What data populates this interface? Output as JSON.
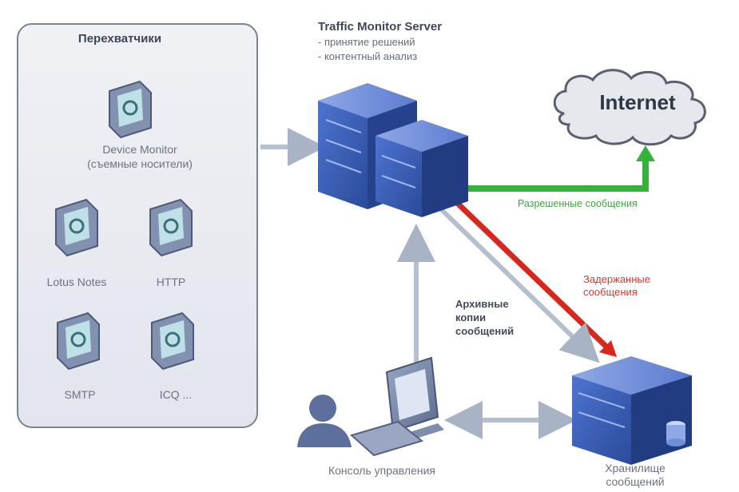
{
  "interceptors_panel": {
    "title": "Перехватчики",
    "device_monitor": "Device Monitor",
    "device_monitor_sub": "(съемные носители)",
    "lotus_notes": "Lotus Notes",
    "http": "HTTP",
    "smtp": "SMTP",
    "icq": "ICQ ..."
  },
  "server": {
    "title": "Traffic Monitor Server",
    "line1": "- принятие решений",
    "line2": "- контентный анализ"
  },
  "internet": {
    "label": "Internet"
  },
  "flows": {
    "allowed": "Разрешенные сообщения",
    "blocked_line1": "Задержанные",
    "blocked_line2": "сообщения",
    "archive_line1": "Архивные",
    "archive_line2": "копии",
    "archive_line3": "сообщений"
  },
  "console": {
    "label": "Консоль управления"
  },
  "storage": {
    "line1": "Хранилище",
    "line2": "сообщений"
  },
  "colors": {
    "panel_bg": "#e8eaf0",
    "panel_border": "#7c8390",
    "arrow_gray": "#b6bfd0",
    "arrow_green": "#35b23a",
    "arrow_red": "#d8271c",
    "server_blue": "#3d5fb8"
  }
}
